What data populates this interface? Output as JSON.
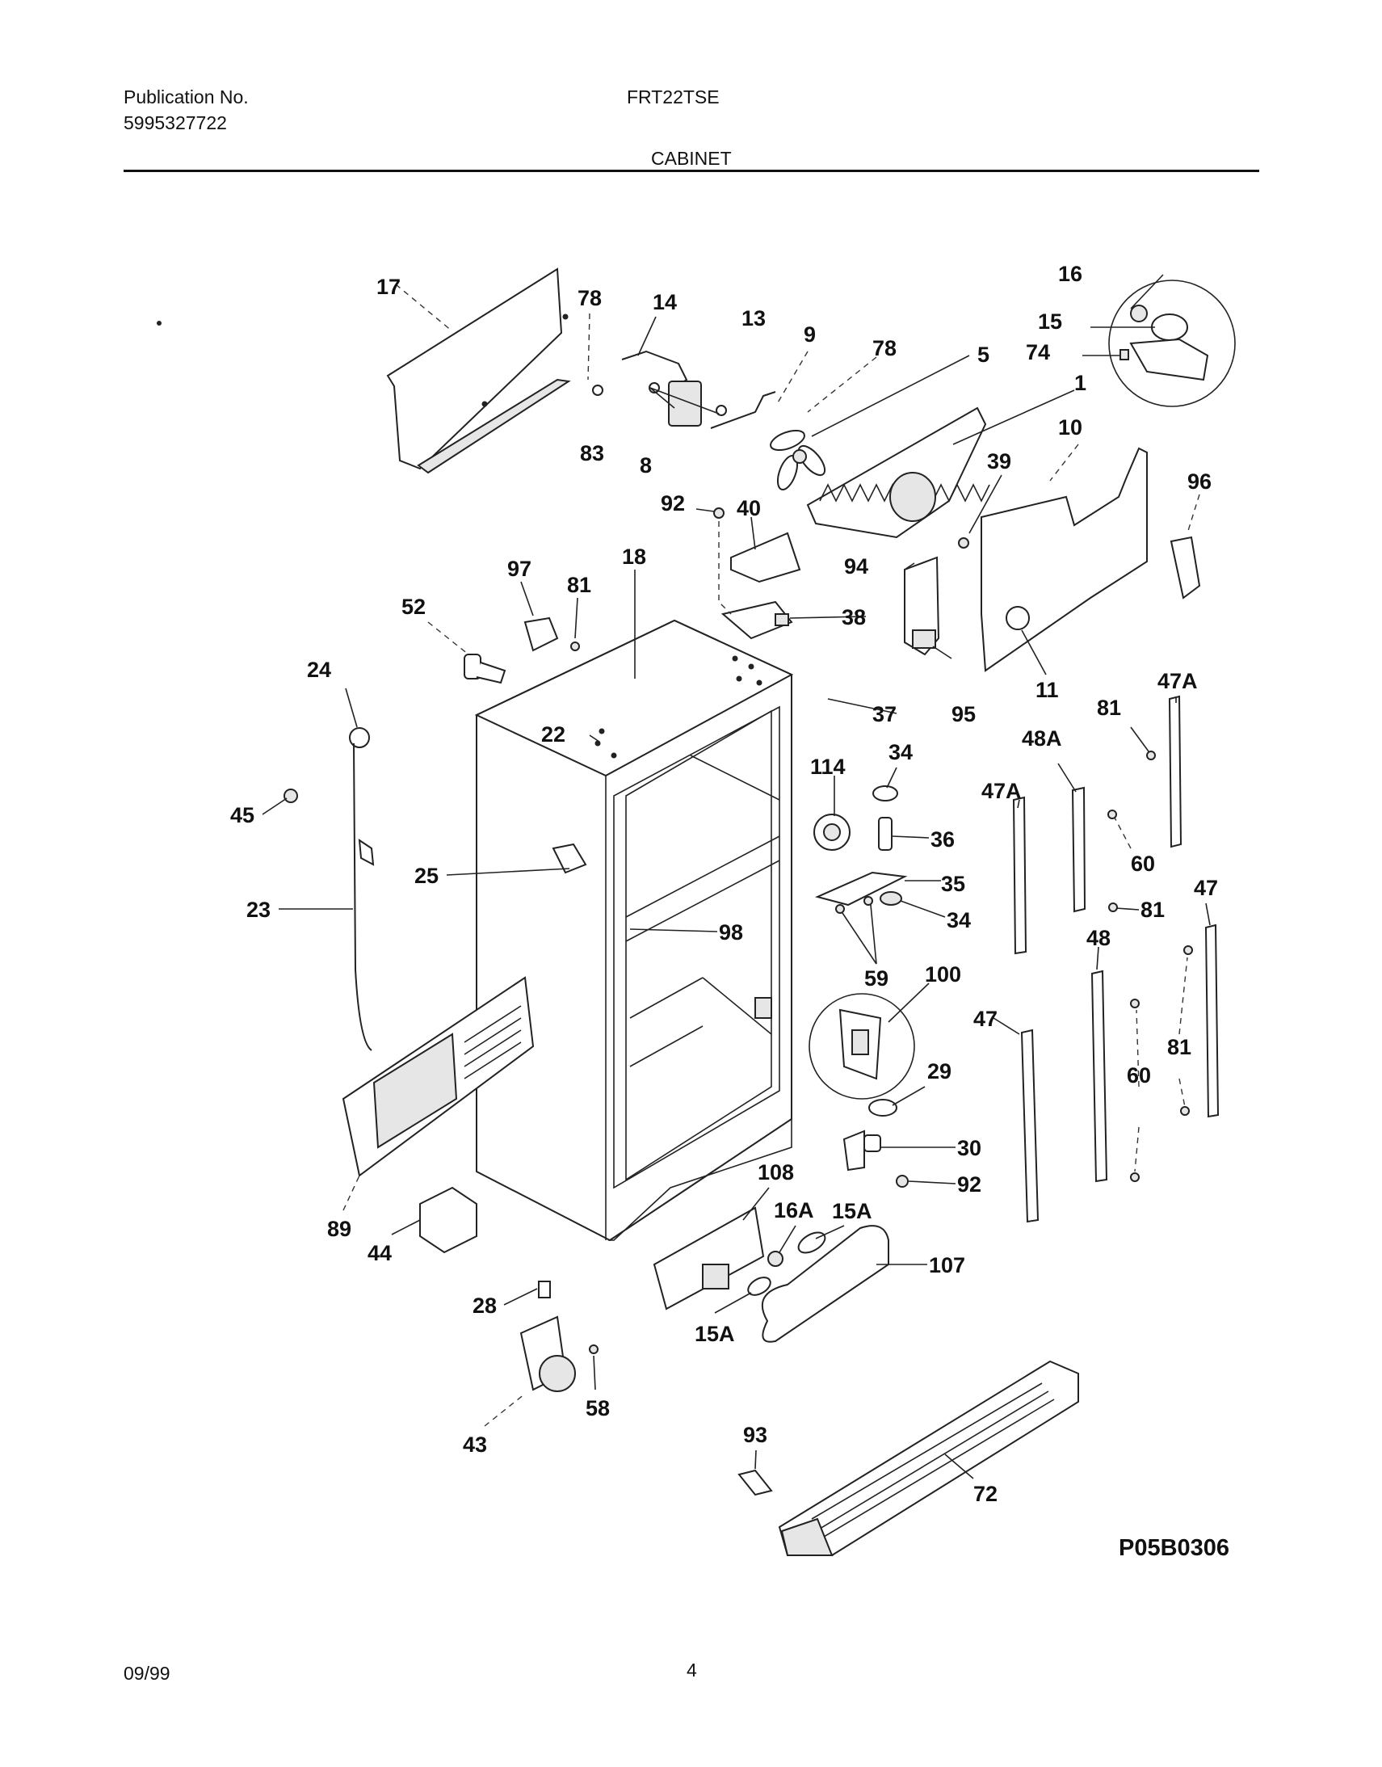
{
  "header": {
    "publication_label": "Publication No.",
    "publication_number": "5995327722",
    "model": "FRT22TSE",
    "section": "CABINET"
  },
  "footer": {
    "date": "09/99",
    "page": "4"
  },
  "diagram": {
    "drawing_code": "P05B0306",
    "callouts": [
      "17",
      "78",
      "14",
      "13",
      "9",
      "78",
      "5",
      "16",
      "15",
      "74",
      "1",
      "83",
      "8",
      "10",
      "39",
      "92",
      "40",
      "96",
      "94",
      "97",
      "81",
      "18",
      "38",
      "52",
      "11",
      "95",
      "24",
      "37",
      "47A",
      "81",
      "34",
      "22",
      "48A",
      "114",
      "47A",
      "45",
      "36",
      "60",
      "25",
      "35",
      "47",
      "81",
      "23",
      "34",
      "98",
      "48",
      "59",
      "100",
      "47",
      "81",
      "29",
      "60",
      "30",
      "108",
      "92",
      "89",
      "16A",
      "15A",
      "44",
      "107",
      "28",
      "15A",
      "58",
      "43",
      "93",
      "72"
    ]
  }
}
